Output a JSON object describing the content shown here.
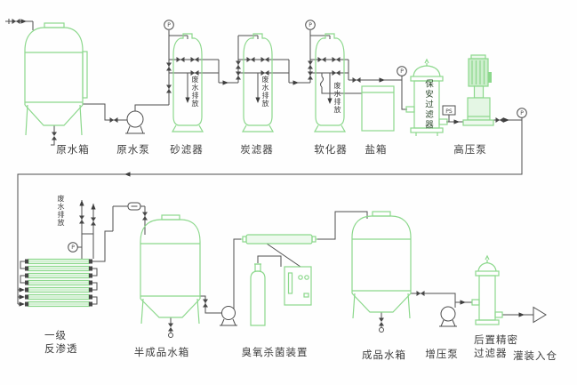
{
  "labels": {
    "raw_water_tank": "原水箱",
    "raw_water_pump": "原水泵",
    "sand_filter": "砂滤器",
    "carbon_filter": "炭滤器",
    "softener": "软化器",
    "salt_tank": "盐箱",
    "security_filter": "保安过滤器",
    "high_pressure_pump": "高压泵",
    "ro_line1": "一级",
    "ro_line2": "反渗透",
    "semi_product_tank": "半成品水箱",
    "ozone_unit": "臭氧杀菌装置",
    "product_tank": "成品水箱",
    "booster_pump": "增压泵",
    "post_filter_line1": "后置精密",
    "post_filter_line2": "过滤器",
    "filling": "灌装入仓",
    "waste_discharge": "废水排放"
  },
  "annotations": {
    "pressure_gauge": "P",
    "pressure_switch": "PS"
  },
  "colors": {
    "equipment_green": "#8cd88c",
    "pipe_gray": "#4f4f4f",
    "text_dark": "#3d3d3d",
    "background": "#fefefe"
  }
}
